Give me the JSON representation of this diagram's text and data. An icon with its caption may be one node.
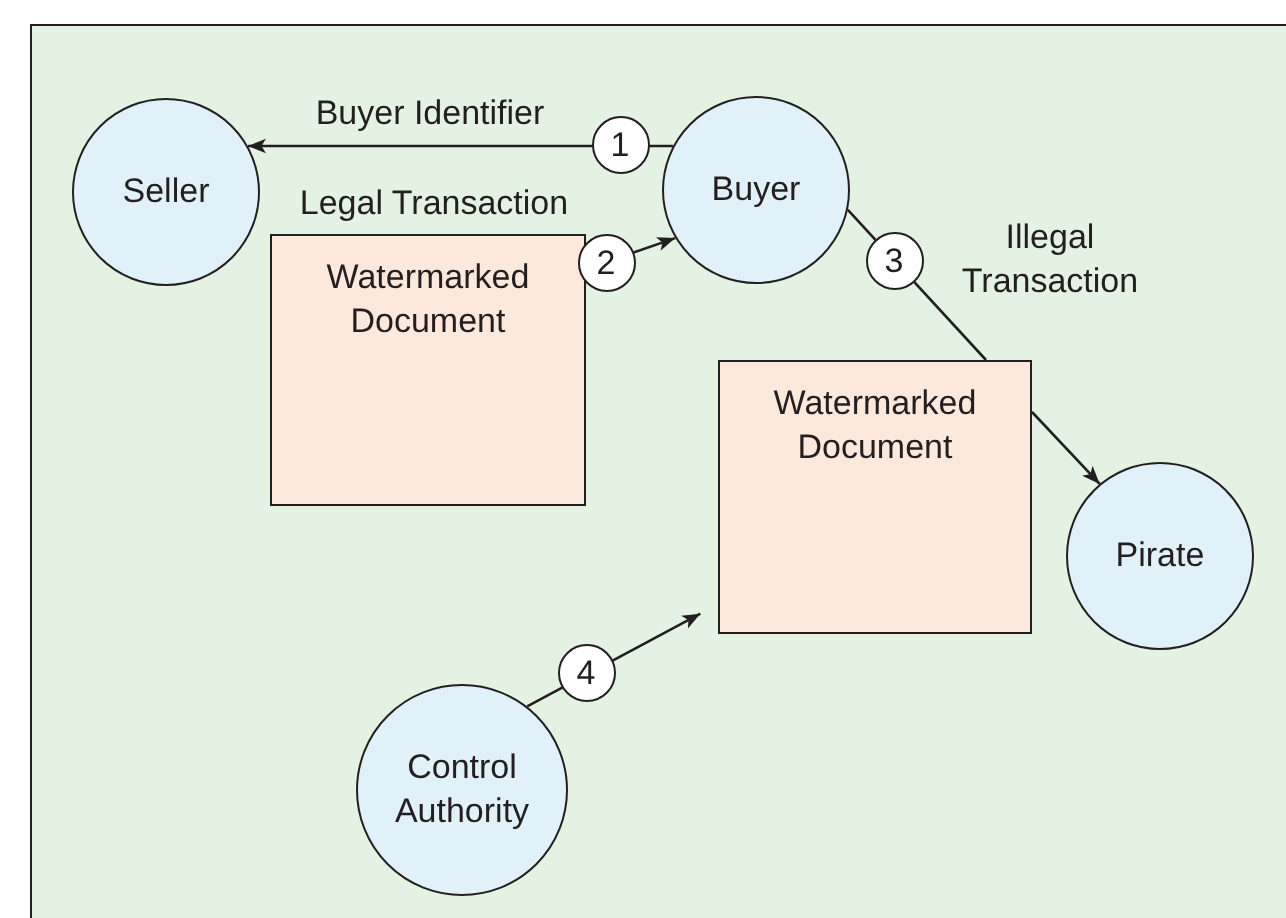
{
  "diagram": {
    "nodes": [
      {
        "text": [
          "Seller"
        ]
      },
      {
        "text": [
          "Buyer"
        ]
      },
      {
        "text": [
          "Watermarked Document"
        ]
      },
      {
        "text": [
          "Watermarked Document"
        ]
      },
      {
        "text": [
          "Pirate"
        ]
      },
      {
        "text": [
          "Control Authority"
        ]
      }
    ],
    "edges": [
      {
        "from": 1,
        "to": 0,
        "arrow": "to",
        "label": "Buyer Identifier"
      },
      {
        "from": 2,
        "to": 1,
        "arrow": "to",
        "label": "Legal Transaction"
      },
      {
        "from": 1,
        "to": 3,
        "arrow": "none",
        "label": "Illegal Transaction"
      },
      {
        "from": 3,
        "to": 4,
        "arrow": "to"
      },
      {
        "from": 5,
        "to": 3,
        "arrow": "to"
      }
    ],
    "labels": [
      "1",
      "2",
      "3",
      "4"
    ]
  }
}
